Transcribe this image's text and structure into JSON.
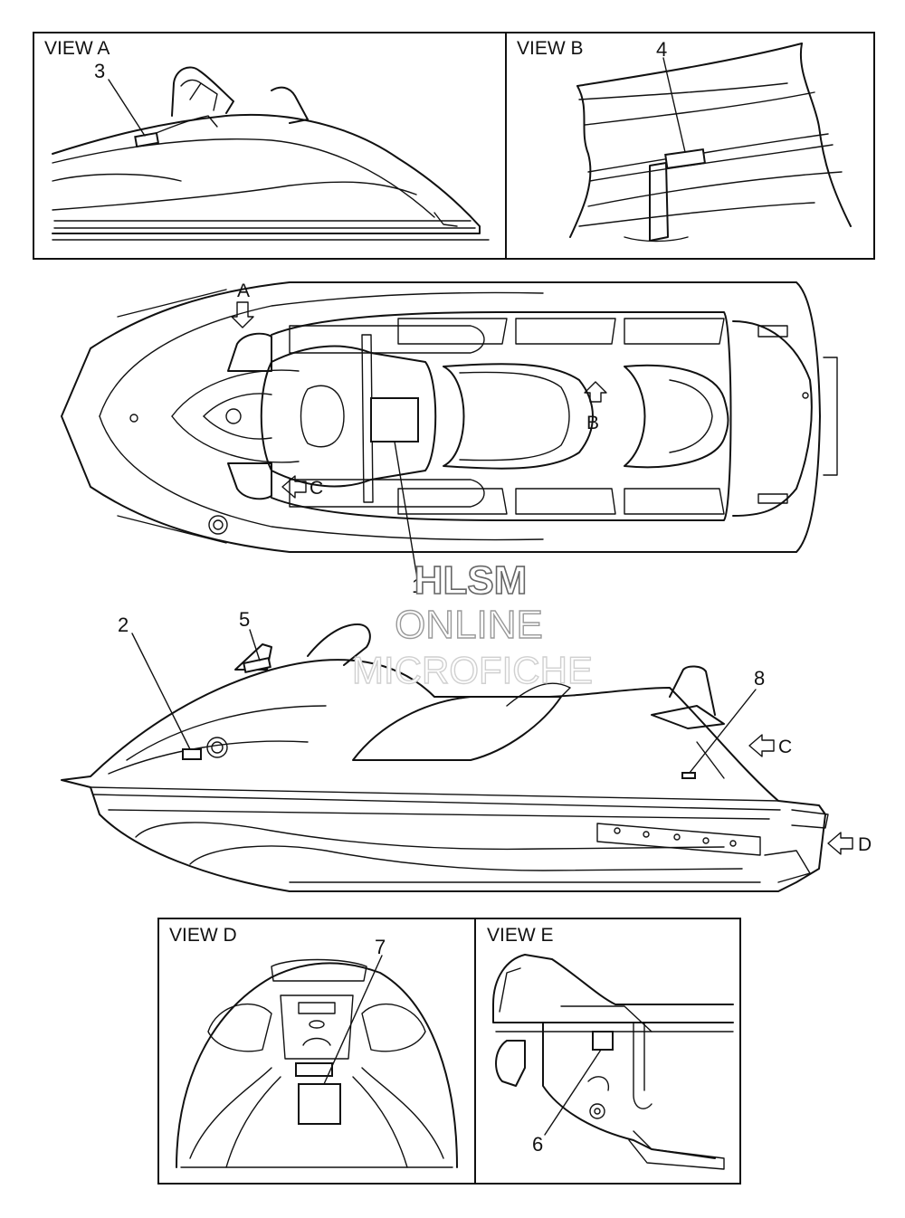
{
  "views": {
    "a": "VIEW A",
    "b": "VIEW B",
    "d": "VIEW D",
    "e": "VIEW E"
  },
  "arrows": {
    "a": "A",
    "b": "B",
    "c_top": "C",
    "c_side": "C",
    "d": "D"
  },
  "callouts": [
    "1",
    "2",
    "3",
    "4",
    "5",
    "6",
    "7",
    "8"
  ],
  "watermark": {
    "line1": "HLSM",
    "line2": "ONLINE",
    "line3": "MICROFICHE"
  }
}
